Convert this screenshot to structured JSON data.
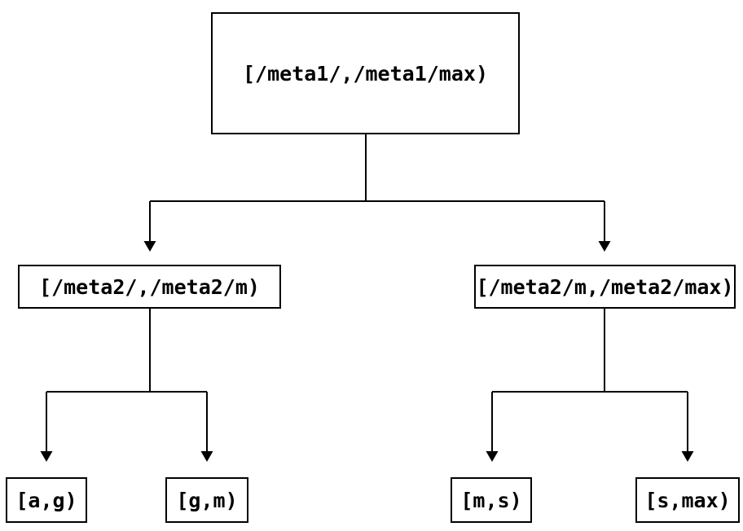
{
  "diagram": {
    "type": "binary-interval-partition-tree",
    "colors": {
      "background": "#ffffff",
      "line": "#000000",
      "border": "#000000",
      "text": "#000000"
    },
    "nodes": {
      "root": {
        "label": "[/meta1/,/meta1/max)"
      },
      "mid_left": {
        "label": "[/meta2/,/meta2/m)"
      },
      "mid_right": {
        "label": "[/meta2/m,/meta2/max)"
      },
      "leaf_ag": {
        "label": "[a,g)"
      },
      "leaf_gm": {
        "label": "[g,m)"
      },
      "leaf_ms": {
        "label": "[m,s)"
      },
      "leaf_smax": {
        "label": "[s,max)"
      }
    },
    "edges": [
      {
        "from": "root",
        "to": "mid_left"
      },
      {
        "from": "root",
        "to": "mid_right"
      },
      {
        "from": "mid_left",
        "to": "leaf_ag"
      },
      {
        "from": "mid_left",
        "to": "leaf_gm"
      },
      {
        "from": "mid_right",
        "to": "leaf_ms"
      },
      {
        "from": "mid_right",
        "to": "leaf_smax"
      }
    ]
  }
}
